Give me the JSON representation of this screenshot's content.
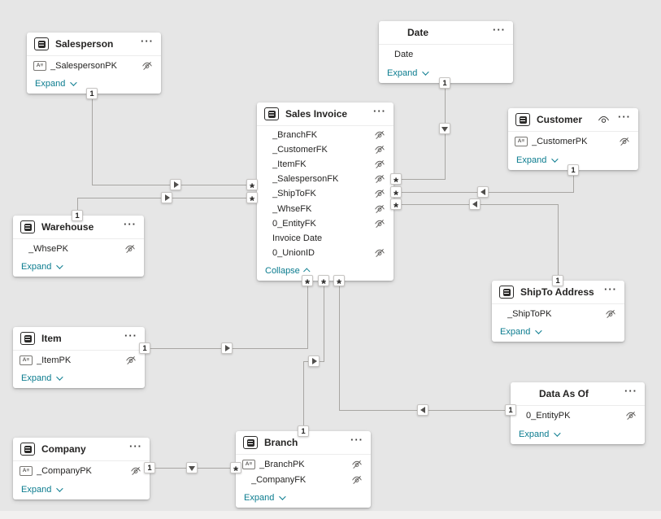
{
  "glyphs": {
    "more": "···",
    "many": "*",
    "one": "1",
    "expand_chevron": "∨",
    "collapse_chevron": "∧",
    "hidden_icon": "eye-slash-icon",
    "visible_icon": "eye-icon",
    "table_icon": "table-icon",
    "text_field_icon": "A≡"
  },
  "colors": {
    "canvas_background": "#e6e6e6",
    "card_background": "#ffffff",
    "link_teal": "#0b7c8f",
    "text_primary": "#252423",
    "relationship_line": "#a8a6a3"
  },
  "tables": [
    {
      "id": "salesperson",
      "title": "Salesperson",
      "header_icon": true,
      "header_eye": false,
      "footer_label": "Expand",
      "expanded": false,
      "fields": [
        {
          "name": "_SalespersonPK",
          "type_icon": true,
          "hidden": true
        }
      ]
    },
    {
      "id": "date",
      "title": "Date",
      "header_icon": false,
      "header_eye": false,
      "footer_label": "Expand",
      "expanded": false,
      "fields": [
        {
          "name": "Date",
          "type_icon": false,
          "hidden": false
        }
      ]
    },
    {
      "id": "sales_invoice",
      "title": "Sales Invoice",
      "header_icon": true,
      "header_eye": false,
      "footer_label": "Collapse",
      "expanded": true,
      "fields": [
        {
          "name": "_BranchFK",
          "type_icon": false,
          "hidden": true
        },
        {
          "name": "_CustomerFK",
          "type_icon": false,
          "hidden": true
        },
        {
          "name": "_ItemFK",
          "type_icon": false,
          "hidden": true
        },
        {
          "name": "_SalespersonFK",
          "type_icon": false,
          "hidden": true
        },
        {
          "name": "_ShipToFK",
          "type_icon": false,
          "hidden": true
        },
        {
          "name": "_WhseFK",
          "type_icon": false,
          "hidden": true
        },
        {
          "name": "0_EntityFK",
          "type_icon": false,
          "hidden": true
        },
        {
          "name": "Invoice Date",
          "type_icon": false,
          "hidden": false
        },
        {
          "name": "0_UnionID",
          "type_icon": false,
          "hidden": true
        }
      ]
    },
    {
      "id": "customer",
      "title": "Customer",
      "header_icon": true,
      "header_eye": true,
      "footer_label": "Expand",
      "expanded": false,
      "fields": [
        {
          "name": "_CustomerPK",
          "type_icon": true,
          "hidden": true
        }
      ]
    },
    {
      "id": "warehouse",
      "title": "Warehouse",
      "header_icon": true,
      "header_eye": false,
      "footer_label": "Expand",
      "expanded": false,
      "fields": [
        {
          "name": "_WhsePK",
          "type_icon": false,
          "hidden": true
        }
      ]
    },
    {
      "id": "shipto_address",
      "title": "ShipTo Address",
      "header_icon": true,
      "header_eye": false,
      "footer_label": "Expand",
      "expanded": false,
      "fields": [
        {
          "name": "_ShipToPK",
          "type_icon": false,
          "hidden": true
        }
      ]
    },
    {
      "id": "item",
      "title": "Item",
      "header_icon": true,
      "header_eye": false,
      "footer_label": "Expand",
      "expanded": false,
      "fields": [
        {
          "name": "_ItemPK",
          "type_icon": true,
          "hidden": true
        }
      ]
    },
    {
      "id": "data_as_of",
      "title": "Data As Of",
      "header_icon": false,
      "header_eye": false,
      "footer_label": "Expand",
      "expanded": false,
      "fields": [
        {
          "name": "0_EntityPK",
          "type_icon": false,
          "hidden": true
        }
      ]
    },
    {
      "id": "company",
      "title": "Company",
      "header_icon": true,
      "header_eye": false,
      "footer_label": "Expand",
      "expanded": false,
      "fields": [
        {
          "name": "_CompanyPK",
          "type_icon": true,
          "hidden": true
        }
      ]
    },
    {
      "id": "branch",
      "title": "Branch",
      "header_icon": true,
      "header_eye": false,
      "footer_label": "Expand",
      "expanded": false,
      "fields": [
        {
          "name": "_BranchPK",
          "type_icon": true,
          "hidden": true
        },
        {
          "name": "_CompanyFK",
          "type_icon": false,
          "hidden": true
        }
      ]
    }
  ],
  "relationships": [
    {
      "from": "Salesperson",
      "to": "Sales Invoice",
      "from_cardinality": "1",
      "to_cardinality": "*",
      "filter_direction": "right"
    },
    {
      "from": "Warehouse",
      "to": "Sales Invoice",
      "from_cardinality": "1",
      "to_cardinality": "*",
      "filter_direction": "right"
    },
    {
      "from": "Date",
      "to": "Sales Invoice",
      "from_cardinality": "1",
      "to_cardinality": "*",
      "filter_direction": "down"
    },
    {
      "from": "Customer",
      "to": "Sales Invoice",
      "from_cardinality": "1",
      "to_cardinality": "*",
      "filter_direction": "left"
    },
    {
      "from": "ShipTo Address",
      "to": "Sales Invoice",
      "from_cardinality": "1",
      "to_cardinality": "*",
      "filter_direction": "left"
    },
    {
      "from": "Item",
      "to": "Sales Invoice",
      "from_cardinality": "1",
      "to_cardinality": "*",
      "filter_direction": "right"
    },
    {
      "from": "Branch",
      "to": "Sales Invoice",
      "from_cardinality": "1",
      "to_cardinality": "*",
      "filter_direction": "right"
    },
    {
      "from": "Data As Of",
      "to": "Sales Invoice",
      "from_cardinality": "1",
      "to_cardinality": "*",
      "filter_direction": "left"
    },
    {
      "from": "Company",
      "to": "Branch",
      "from_cardinality": "1",
      "to_cardinality": "*",
      "filter_direction": "down"
    }
  ]
}
